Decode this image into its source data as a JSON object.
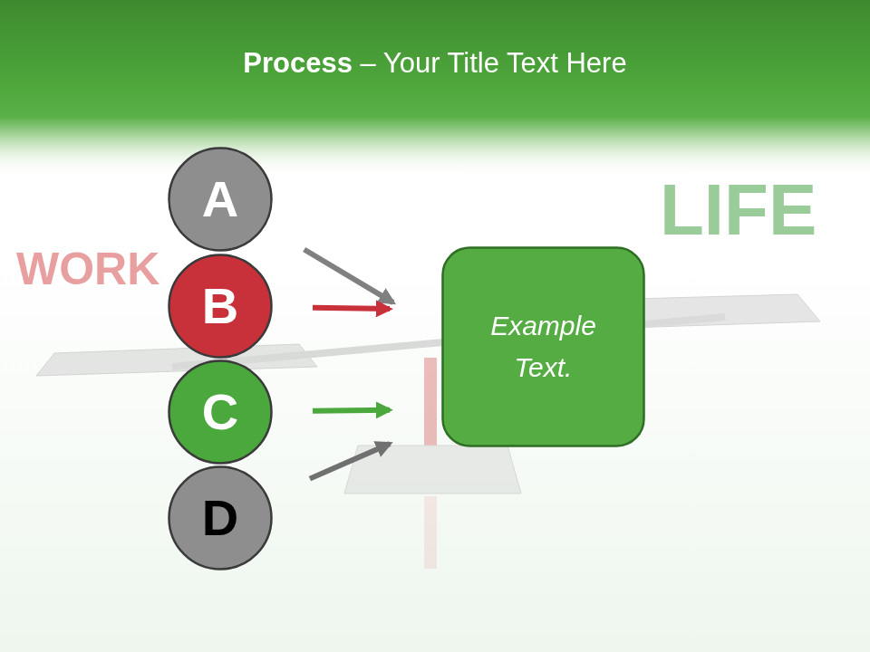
{
  "diagram": {
    "title": "Process – Your Title Text Here",
    "nodes": [
      {
        "text": [
          "A"
        ]
      },
      {
        "text": [
          "B"
        ]
      },
      {
        "text": [
          "C"
        ]
      },
      {
        "text": [
          "D"
        ]
      },
      {
        "text": [
          "Example Text."
        ]
      }
    ],
    "edges": [
      {
        "from": 0,
        "to": 4,
        "arrow": "to"
      },
      {
        "from": 1,
        "to": 4,
        "arrow": "to"
      },
      {
        "from": 2,
        "to": 4,
        "arrow": "to"
      },
      {
        "from": 3,
        "to": 4,
        "arrow": "to"
      }
    ],
    "labels": [
      "WORK",
      "LIFE"
    ]
  }
}
